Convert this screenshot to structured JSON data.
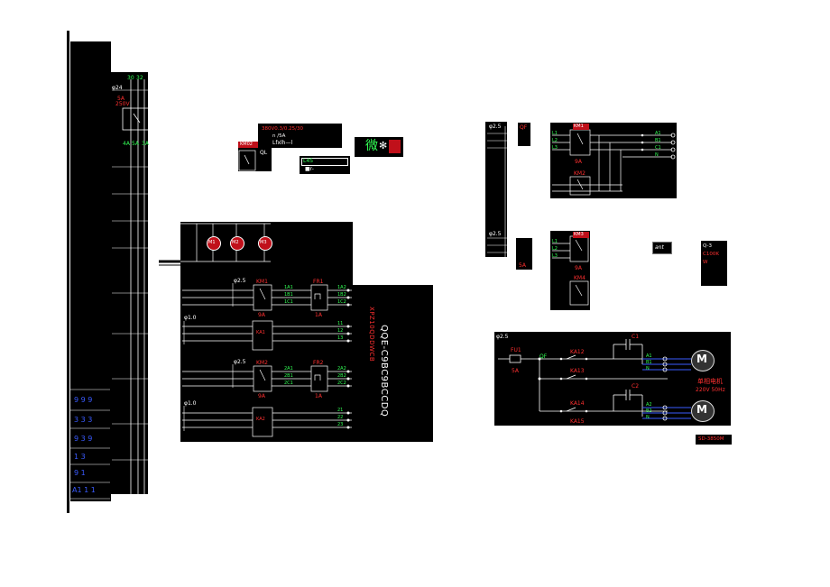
{
  "left_panel": {
    "top_label": "φ24",
    "node_labels": [
      "30",
      "32"
    ],
    "fuse_label": "5A",
    "fuse_rating": "250V",
    "bus_labels": [
      "4A",
      "5A",
      "3A"
    ]
  },
  "switch_box": {
    "title": "380V0.3/0.25/30",
    "line1": "n /5A",
    "line2": "Lfxlh—l",
    "relay_label": "KM02",
    "relay_text": "QL",
    "lamp_label": "L4S",
    "lamp_text": "■r-",
    "emblem_text": "微",
    "emblem_mark": "✻"
  },
  "main_panel": {
    "motors": [
      "M1",
      "M2",
      "M3"
    ],
    "rows": [
      {
        "wire_label": "φ2.5",
        "contact": "KM1",
        "rating": "9A",
        "fuse": "FR1",
        "fuse_rating": "1A",
        "phases": [
          "1A1",
          "1B1",
          "1C1"
        ],
        "outs": [
          "1A2",
          "1B2",
          "1C2"
        ]
      },
      {
        "wire_label": "φ1.0",
        "contact": "KA1",
        "rating": "",
        "fuse": "",
        "fuse_rating": "",
        "phases": [],
        "outs": [
          "11",
          "12",
          "13"
        ]
      },
      {
        "wire_label": "φ2.5",
        "contact": "KM2",
        "rating": "9A",
        "fuse": "FR2",
        "fuse_rating": "1A",
        "phases": [
          "2A1",
          "2B1",
          "2C1"
        ],
        "outs": [
          "2A2",
          "2B2",
          "2C2"
        ]
      },
      {
        "wire_label": "φ1.0",
        "contact": "KA2",
        "rating": "",
        "fuse": "",
        "fuse_rating": "",
        "phases": [],
        "outs": [
          "21",
          "22",
          "23"
        ]
      }
    ],
    "vertical_red": "XPZ10QDDWCB",
    "vertical_white": "QQE-C9BC9BCCDQ"
  },
  "left_legend": {
    "rows": [
      "9 9 9",
      "3 3 3",
      "9 3 9",
      "1 3",
      "9 1",
      "A1 1 1"
    ]
  },
  "right_top": {
    "strip_label": "φ2.5",
    "strip_label2": "φ2.5",
    "relay1": "KM1",
    "relay1_rating": "9A",
    "relay2": "KM2",
    "relay2_rating": "9A",
    "relay3": "KM3",
    "relay4": "KM4",
    "phases_in": [
      "L1",
      "L2",
      "L3"
    ],
    "phases_out": [
      "A1",
      "B1",
      "C1",
      "N"
    ],
    "small_label": "QF",
    "small_label2": "5A",
    "ant_text": "ant",
    "q_box": [
      "Q-3",
      "C100K",
      "W"
    ]
  },
  "right_bottom": {
    "wire_label": "φ2.5",
    "fuse": "FU1",
    "fuse_rating": "5A",
    "switch": "QF",
    "contacts": [
      "KA12",
      "KA13",
      "KA14",
      "KA15"
    ],
    "caps": [
      "C1",
      "C2"
    ],
    "outs_top": [
      "A1",
      "B1",
      "N"
    ],
    "outs_bottom": [
      "A2",
      "B2",
      "N"
    ],
    "motor_note_1": "单相电机",
    "motor_note_2": "220V 50Hz",
    "footer": "SD-3850M"
  }
}
